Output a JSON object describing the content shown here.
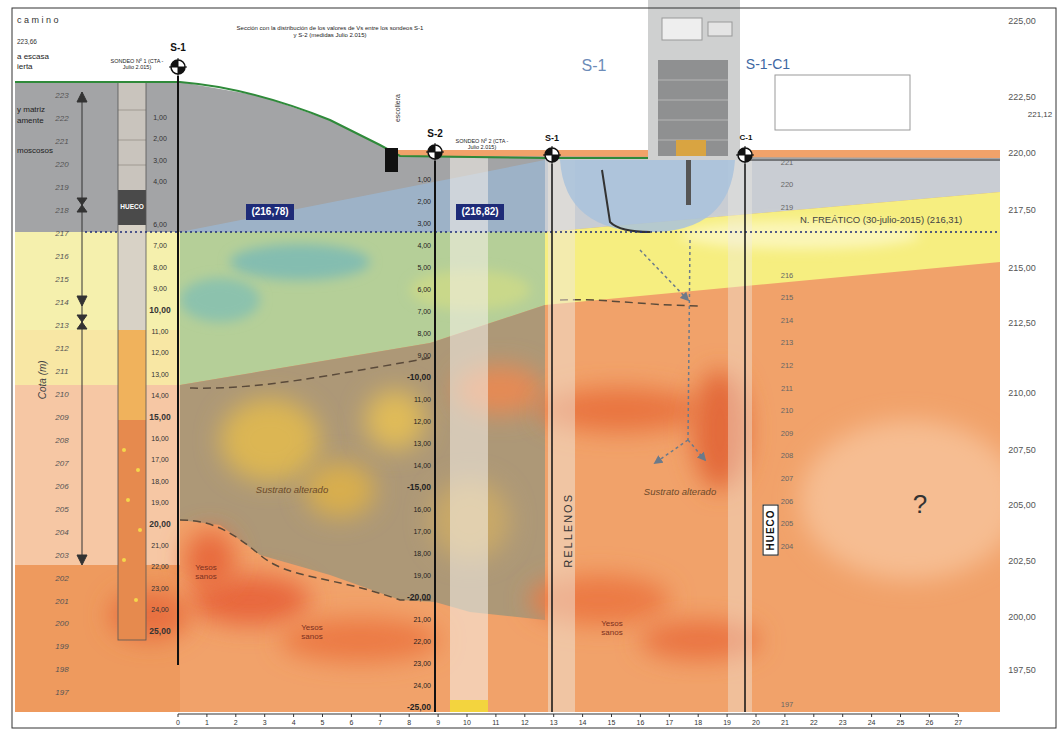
{
  "diagram": {
    "title": "Sección con la distribución de los valores de Vs entre los sondeos S-1 y S-2 (medidas Julio 2.015)",
    "nodes": [
      {
        "text": [
          "(216,78)"
        ]
      },
      {
        "text": [
          "(216,82)"
        ]
      },
      {
        "text": [
          "HUECO"
        ]
      }
    ],
    "labels": [
      "c a m i n o",
      "223,66",
      "a escasa",
      "ierta",
      "y matriz",
      "amente",
      "moscosos",
      "SONDEO Nº 1 (CTA - Julio 2.015)",
      "S-1",
      "HUECO",
      "escollera",
      "S-2",
      "SONDEO Nº 2 (CTA - Julio 2.015)",
      "S-1",
      "S-1",
      "S-1-C1",
      "C-1",
      "N. FREÁTICO (30-julio-2015) (216,31)",
      "Sustrato alterado",
      "Sustrato alterado",
      "Yesos sanos",
      "Yesos sanos",
      "Yesos sanos",
      "RELLENOS",
      "?",
      "Cota (m)",
      "221,12",
      "223",
      "222",
      "221",
      "220",
      "219",
      "218",
      "217",
      "216",
      "215",
      "214",
      "213",
      "212",
      "211",
      "210",
      "209",
      "208",
      "207",
      "206",
      "205",
      "204",
      "203",
      "202",
      "201",
      "200",
      "199",
      "198",
      "197",
      "1,00",
      "2,00",
      "3,00",
      "4,00",
      "6,00",
      "7,00",
      "8,00",
      "9,00",
      "10,00",
      "11,00",
      "12,00",
      "13,00",
      "14,00",
      "15,00",
      "16,00",
      "17,00",
      "18,00",
      "19,00",
      "20,00",
      "21,00",
      "22,00",
      "23,00",
      "24,00",
      "25,00",
      "1,00",
      "2,00",
      "3,00",
      "4,00",
      "5,00",
      "6,00",
      "7,00",
      "8,00",
      "9,00",
      "-10,00",
      "11,00",
      "12,00",
      "13,00",
      "14,00",
      "-15,00",
      "16,00",
      "17,00",
      "18,00",
      "19,00",
      "-20,00",
      "21,00",
      "22,00",
      "23,00",
      "24,00",
      "-25,00",
      "221",
      "220",
      "219",
      "216",
      "215",
      "214",
      "213",
      "212",
      "211",
      "210",
      "209",
      "208",
      "207",
      "206",
      "205",
      "204",
      "197",
      "225,00",
      "222,50",
      "220,00",
      "217,50",
      "215,00",
      "212,50",
      "210,00",
      "207,50",
      "205,00",
      "202,50",
      "200,00",
      "197,50",
      "0",
      "1",
      "2",
      "3",
      "4",
      "5",
      "6",
      "7",
      "8",
      "9",
      "10",
      "11",
      "12",
      "13",
      "14",
      "15",
      "16",
      "17",
      "18",
      "19",
      "20",
      "21",
      "22",
      "23",
      "24",
      "25",
      "26",
      "27"
    ]
  }
}
